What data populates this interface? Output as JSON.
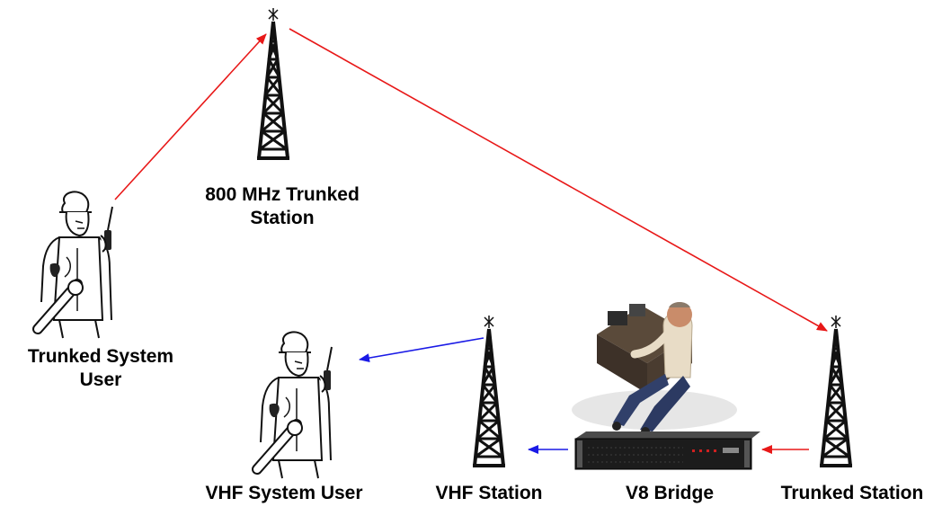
{
  "colors": {
    "trunked_link": "#e81818",
    "vhf_link": "#1a1ae6",
    "ink": "#111111"
  },
  "labels": {
    "trunked_station_800": [
      "800 MHz Trunked",
      "Station"
    ],
    "trunked_system_user": [
      "Trunked System",
      "User"
    ],
    "vhf_system_user": "VHF System User",
    "vhf_station": "VHF Station",
    "v8_bridge": "V8 Bridge",
    "trunked_station": "Trunked Station"
  },
  "icons": {
    "tower": "radio-tower-icon",
    "user": "radio-user-icon",
    "operator": "dispatch-operator-icon",
    "bridge": "rack-bridge-icon"
  }
}
